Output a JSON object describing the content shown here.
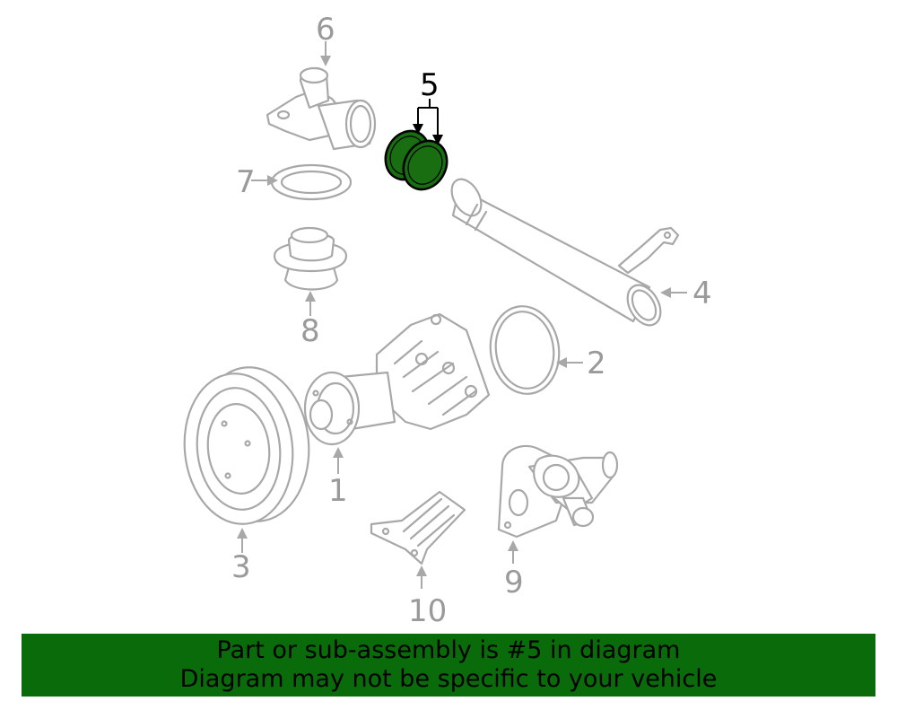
{
  "diagram": {
    "callouts": {
      "c1": "1",
      "c2": "2",
      "c3": "3",
      "c4": "4",
      "c5": "5",
      "c6": "6",
      "c7": "7",
      "c8": "8",
      "c9": "9",
      "c10": "10"
    },
    "highlight_part": "5",
    "colors": {
      "highlight_fill": "#1a6e12",
      "line": "#a8a8a8",
      "banner": "#0a6b0a"
    }
  },
  "banner": {
    "line1": "Part or sub-assembly is #5 in diagram",
    "line2": "Diagram may not be specific to your vehicle"
  }
}
